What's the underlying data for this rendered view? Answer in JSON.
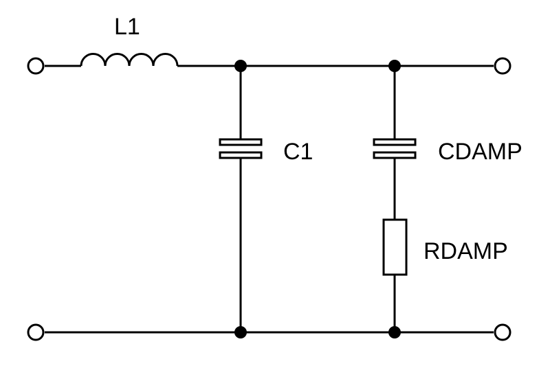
{
  "components": {
    "inductor": {
      "label": "L1"
    },
    "capacitor_main": {
      "label": "C1"
    },
    "capacitor_damp": {
      "label": "CDAMP"
    },
    "resistor_damp": {
      "label": "RDAMP"
    }
  },
  "colors": {
    "stroke": "#000000",
    "background": "#ffffff"
  }
}
